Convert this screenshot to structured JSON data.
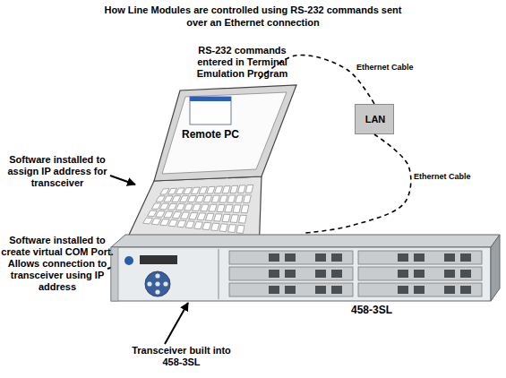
{
  "diagram": {
    "title": "How Line Modules are controlled using RS-232 commands sent over an Ethernet connection",
    "nodes": [
      {
        "text": [
          "Remote PC"
        ]
      },
      {
        "text": [
          "LAN"
        ]
      },
      {
        "text": [
          "458-3SL"
        ]
      }
    ],
    "edges": [
      {
        "from": 0,
        "to": 1,
        "label": "Ethernet Cable",
        "arrow": "none"
      },
      {
        "from": 1,
        "to": 2,
        "label": "Ethernet Cable",
        "arrow": "none"
      }
    ],
    "labels": [
      "RS-232 commands entered in Terminal Emulation Program",
      "Software installed to assign IP address for transceiver",
      "Software installed to create virtual COM Port. Allows connection to transceiver using IP address",
      "Transceiver built into 458-3SL"
    ]
  }
}
